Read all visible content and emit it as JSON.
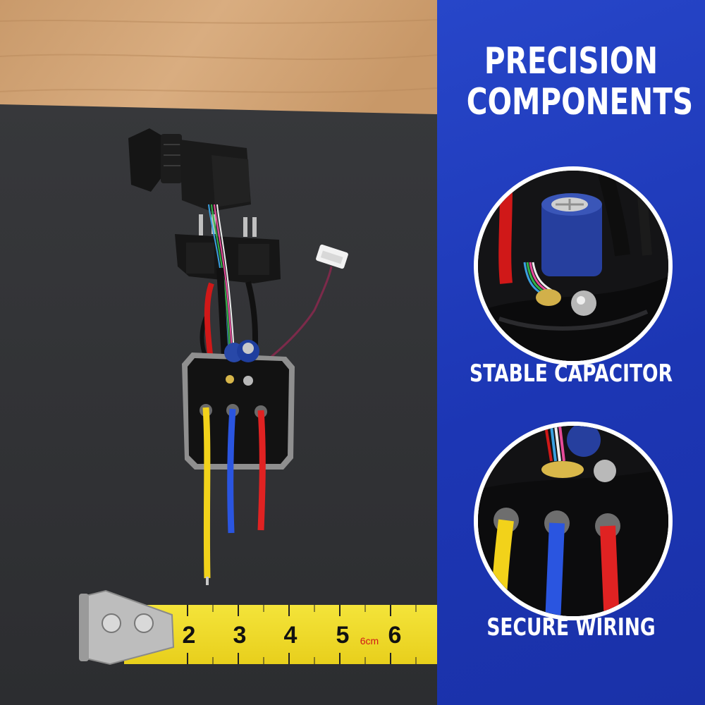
{
  "panel": {
    "title_line1": "PRECISION",
    "title_line2": "COMPONENTS",
    "features": [
      {
        "caption": "STABLE CAPACITOR"
      },
      {
        "caption": "SECURE WIRING"
      }
    ],
    "background_color": "#1f3bb8"
  },
  "product_photo": {
    "tape_measure": {
      "ticks": [
        "2",
        "3",
        "4",
        "5",
        "6"
      ],
      "unit_label": "6cm"
    },
    "wire_colors": [
      "#f2d21a",
      "#2a55e0",
      "#e02222"
    ]
  }
}
